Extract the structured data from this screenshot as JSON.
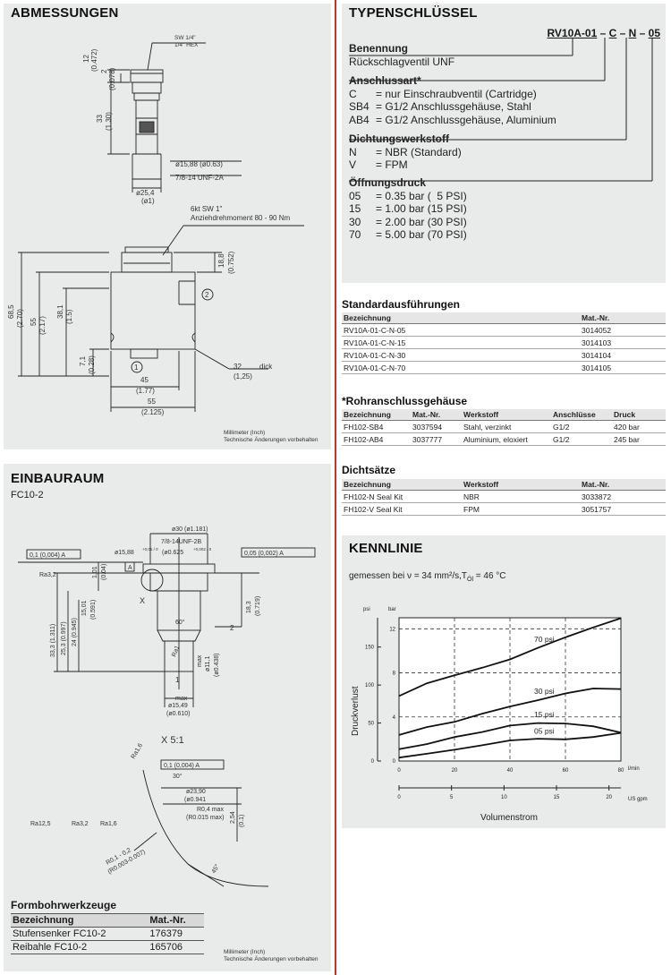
{
  "abmessungen": {
    "title": "ABMESSUNGEN",
    "labels": {
      "sw": "SW 1/4\"",
      "hex": "1/4\" HEX",
      "d12": "12",
      "d12i": "(0.472)",
      "d2": "2",
      "d2i": "(0.078)",
      "d33": "33",
      "d33i": "(1.30)",
      "dia1588": "ø15,88 (ø0.63)",
      "thread": "7/8-14 UNF-2A",
      "dia254": "ø25,4",
      "dia254i": "(ø1)",
      "sw1": "6kt SW 1\"",
      "torque": "Anziehdrehmoment 80 - 90 Nm",
      "d188": "18,8",
      "d188i": "(0.752)",
      "d685": "68,5",
      "d685i": "(2.70)",
      "d55v": "55",
      "d55vi": "(2.17)",
      "d381": "38,1",
      "d381i": "(1.5)",
      "d71": "7,1",
      "d71i": "(0.28)",
      "d45": "45",
      "d45i": "(1.77)",
      "d55h": "55",
      "d55hi": "(2.125)",
      "d32": "32",
      "dick": "dick",
      "d32i": "(1,25)",
      "port1": "1",
      "port2": "2"
    },
    "note_line1": "Millimeter (Inch)",
    "note_line2": "Technische Änderungen vorbehalten"
  },
  "einbauraum": {
    "title": "EINBAURAUM",
    "subtitle": "FC10-2",
    "labels": {
      "dia30": "ø30 (ø1.181)",
      "thread": "7/8-14UNF-2B",
      "dia1588": "ø15,88",
      "dia1588tol": "+0,05 / 0",
      "dia0625": "(ø0.625",
      "dia0625tol": "+0,002 / 0",
      "tol1": "0,1 (0,004) A",
      "tol2": "0,05 (0,002) A",
      "ra32": "Ra3,2",
      "d101": "1,01",
      "d101i": "(0.04)",
      "d1501": "15,01",
      "d1501i": "(0.591)",
      "d24": "24 (0.945)",
      "d253": "25,3 (0.997)",
      "d333": "33,3 (1.311)",
      "d183": "18,3",
      "d183i": "(0.719)",
      "d60": "60°",
      "ra1": "Ra1",
      "dmax": "max",
      "dia111": "ø11,1",
      "dia111i": "(ø0.438)",
      "dia1549": "ø15,49",
      "dia1549i": "(ø0.610)",
      "x": "X",
      "a": "A",
      "port1": "1",
      "port2": "2",
      "scale": "X 5:1",
      "ra16": "Ra1,6",
      "tol3": "0,1 (0,004) A",
      "d30deg": "30°",
      "dia2390": "ø23,90",
      "dia2390i": "(ø0.941",
      "r04": "R0,4 max",
      "r015": "(R0.015 max)",
      "d254": "2,54",
      "d254i": "(0.1)",
      "ra125": "Ra12,5",
      "ra32b": "Ra3,2",
      "ra16b": "Ra1,6",
      "r01": "R0,1 - 0,2",
      "r0003": "(R0.003-0.007)",
      "d45deg": "45°"
    },
    "note_line1": "Millimeter (Inch)",
    "note_line2": "Technische Änderungen vorbehalten",
    "tools": {
      "title": "Formbohrwerkzeuge",
      "headers": [
        "Bezeichnung",
        "Mat.-Nr."
      ],
      "rows": [
        [
          "Stufensenker FC10-2",
          "176379"
        ],
        [
          "Reibahle FC10-2",
          "165706"
        ]
      ]
    }
  },
  "typenschluessel": {
    "title": "TYPENSCHLÜSSEL",
    "code": {
      "base": "RV10A-01",
      "sep1": " – ",
      "c": "C",
      "sep2": " – ",
      "n": "N",
      "sep3": " – ",
      "p": "05"
    },
    "groups": [
      {
        "head": "Benennung",
        "lines": [
          [
            "",
            "Rückschlagventil UNF"
          ]
        ]
      },
      {
        "head": "Anschlussart*",
        "lines": [
          [
            "C",
            "= nur Einschraubventil (Cartridge)"
          ],
          [
            "SB4",
            "= G1/2 Anschlussgehäuse, Stahl"
          ],
          [
            "AB4",
            "= G1/2 Anschlussgehäuse, Aluminium"
          ]
        ]
      },
      {
        "head": "Dichtungswerkstoff",
        "lines": [
          [
            "N",
            "= NBR (Standard)"
          ],
          [
            "V",
            "= FPM"
          ]
        ]
      },
      {
        "head": "Öffnungsdruck",
        "lines": [
          [
            "05",
            "= 0.35 bar (  5 PSI)"
          ],
          [
            "15",
            "= 1.00 bar (15 PSI)"
          ],
          [
            "30",
            "= 2.00 bar (30 PSI)"
          ],
          [
            "70",
            "= 5.00 bar (70 PSI)"
          ]
        ]
      }
    ]
  },
  "standard": {
    "title": "Standardausführungen",
    "headers": [
      "Bezeichnung",
      "Mat.-Nr."
    ],
    "rows": [
      [
        "RV10A-01-C-N-05",
        "3014052"
      ],
      [
        "RV10A-01-C-N-15",
        "3014103"
      ],
      [
        "RV10A-01-C-N-30",
        "3014104"
      ],
      [
        "RV10A-01-C-N-70",
        "3014105"
      ]
    ]
  },
  "rohranschluss": {
    "title": "*Rohranschlussgehäuse",
    "headers": [
      "Bezeichnung",
      "Mat.-Nr.",
      "Werkstoff",
      "Anschlüsse",
      "Druck"
    ],
    "rows": [
      [
        "FH102-SB4",
        "3037594",
        "Stahl, verzinkt",
        "G1/2",
        "420 bar"
      ],
      [
        "FH102-AB4",
        "3037777",
        "Aluminium, eloxiert",
        "G1/2",
        "245 bar"
      ]
    ]
  },
  "dichtsaetze": {
    "title": "Dichtsätze",
    "headers": [
      "Bezeichnung",
      "Werkstoff",
      "Mat.-Nr."
    ],
    "rows": [
      [
        "FH102-N Seal Kit",
        "NBR",
        "3033872"
      ],
      [
        "FH102-V Seal Kit",
        "FPM",
        "3051757"
      ]
    ]
  },
  "kennlinie": {
    "title": "KENNLINIE",
    "subtitle": "gemessen bei ν = 34 mm²/s,T",
    "subtitle_sub": "Öl",
    "subtitle_end": " = 46 °C"
  },
  "chart_data": {
    "type": "line",
    "ylabel": "Druckverlust",
    "xlabel": "Volumenstrom",
    "x_unit_primary": "l/min",
    "x_unit_secondary": "US gpm",
    "y_unit_left": "psi",
    "y_unit_right": "bar",
    "xlim": [
      0,
      80
    ],
    "ylim": [
      0,
      13
    ],
    "x_ticks": [
      "0",
      "20",
      "40",
      "60",
      "80"
    ],
    "x2_ticks": [
      "0",
      "5",
      "10",
      "15",
      "20"
    ],
    "y_ticks_bar": [
      "0",
      "4",
      "8",
      "12"
    ],
    "y_ticks_psi": [
      "0",
      "50",
      "100",
      "150"
    ],
    "grid": true,
    "series": [
      {
        "name": "70 psi",
        "x": [
          0,
          10,
          20,
          30,
          40,
          50,
          60,
          70,
          80
        ],
        "y": [
          5.9,
          7.0,
          7.7,
          8.4,
          9.2,
          10.3,
          11.3,
          12.2,
          13.0
        ]
      },
      {
        "name": "30 psi",
        "x": [
          0,
          10,
          20,
          30,
          40,
          50,
          60,
          70,
          80
        ],
        "y": [
          2.3,
          3.0,
          3.5,
          4.3,
          5.0,
          5.6,
          6.2,
          6.6,
          6.5
        ]
      },
      {
        "name": "15 psi",
        "x": [
          0,
          10,
          20,
          30,
          40,
          50,
          60,
          70,
          80
        ],
        "y": [
          1.0,
          1.5,
          2.2,
          2.7,
          3.3,
          3.5,
          3.4,
          3.1,
          2.5
        ]
      },
      {
        "name": "05 psi",
        "x": [
          0,
          10,
          20,
          30,
          40,
          50,
          60,
          70,
          80
        ],
        "y": [
          0.3,
          0.7,
          1.1,
          1.5,
          1.9,
          2.0,
          1.9,
          2.1,
          2.5
        ]
      }
    ]
  }
}
